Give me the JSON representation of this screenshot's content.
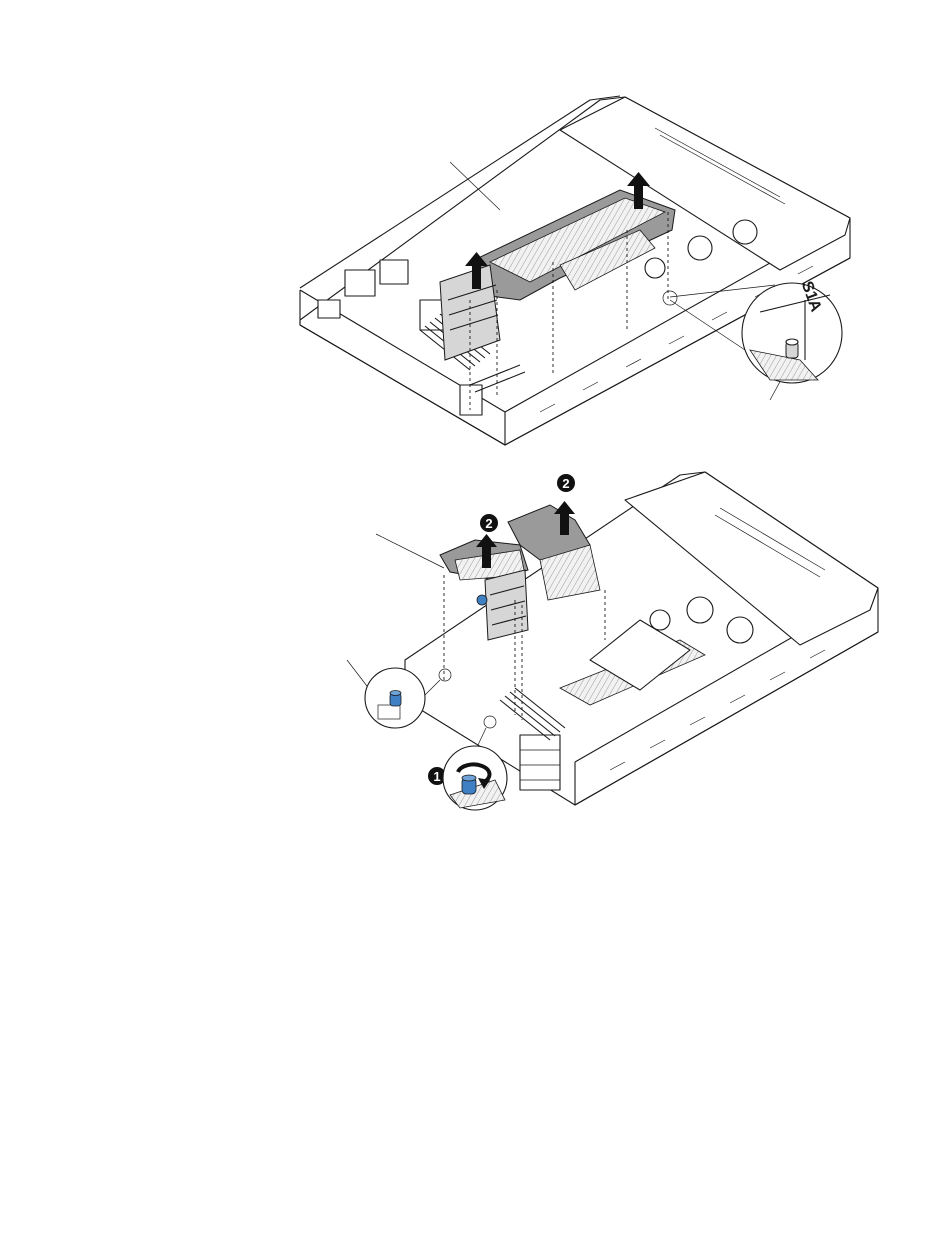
{
  "figure": {
    "top_illustration": {
      "zoom_label_text": "S1A"
    },
    "bottom_illustration": {
      "step_badges": [
        "1",
        "2",
        "2"
      ]
    }
  },
  "colors": {
    "line": "#1a1a1a",
    "metal_grey": "#9a9a9a",
    "light_grey": "#d6d6d6",
    "screw_blue": "#3f7fc4",
    "background": "#ffffff"
  },
  "icons": [
    "up-arrow-icon",
    "rotate-arrow-icon",
    "thumbscrew-icon"
  ]
}
